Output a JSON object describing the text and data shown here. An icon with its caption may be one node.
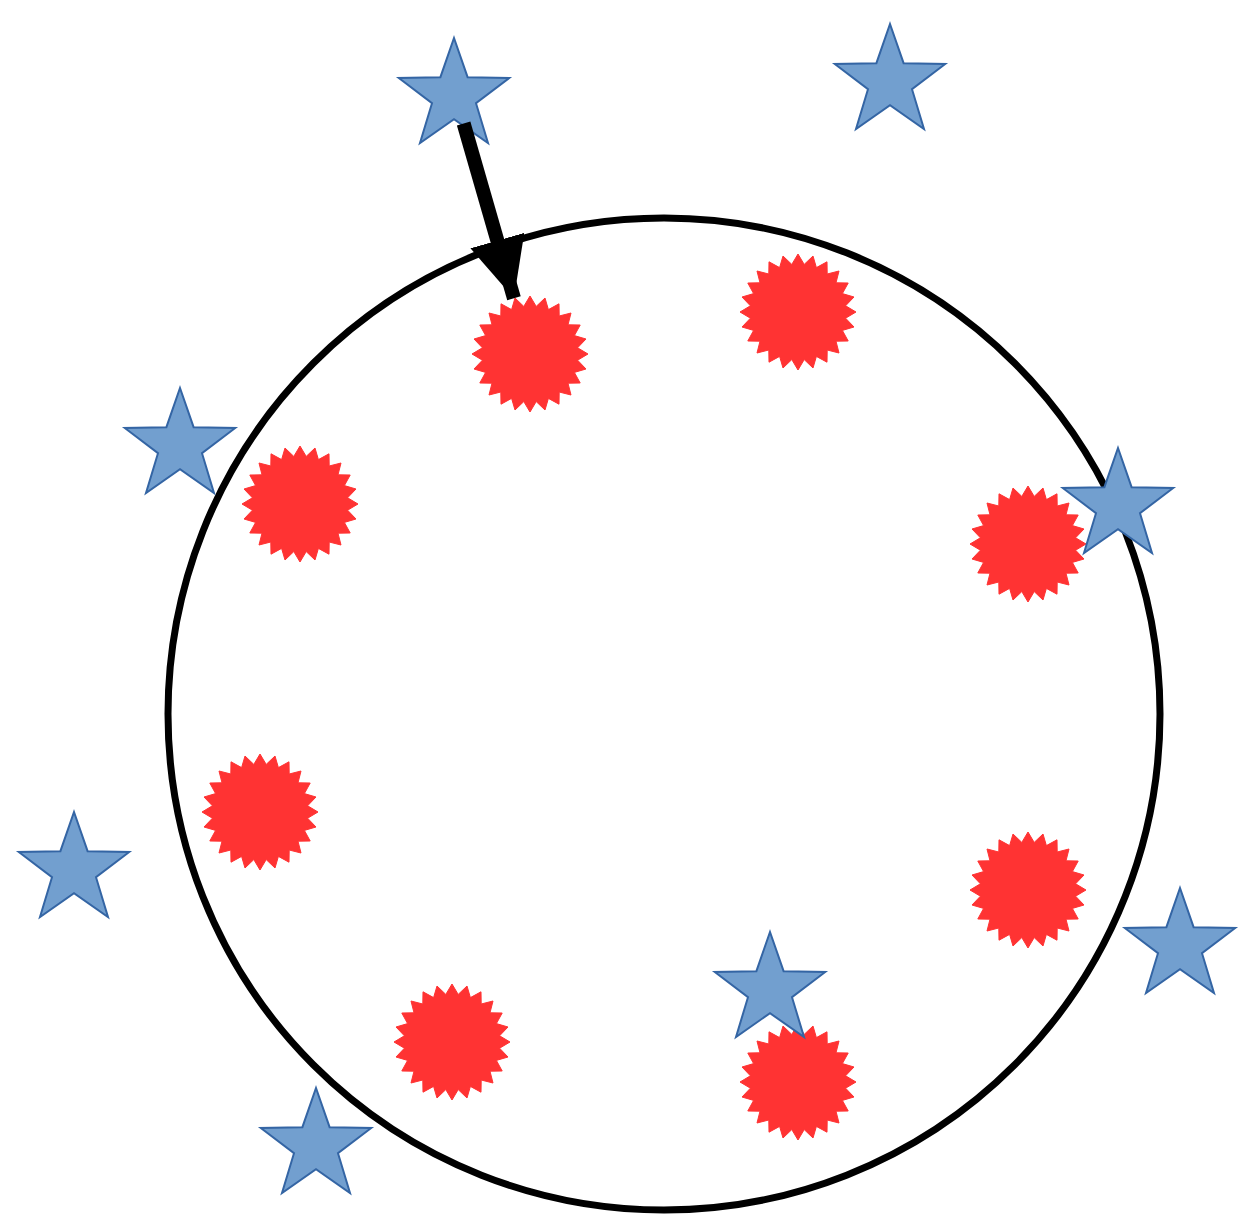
{
  "diagram": {
    "nodes": [
      {
        "text": [],
        "shape": "circle"
      },
      {
        "text": [],
        "shape": "starburst",
        "in": 0
      },
      {
        "text": [],
        "shape": "starburst",
        "in": 0
      },
      {
        "text": [],
        "shape": "starburst",
        "in": 0
      },
      {
        "text": [],
        "shape": "starburst",
        "in": 0
      },
      {
        "text": [],
        "shape": "starburst",
        "in": 0
      },
      {
        "text": [],
        "shape": "starburst",
        "in": 0
      },
      {
        "text": [],
        "shape": "starburst",
        "in": 0
      },
      {
        "text": [],
        "shape": "starburst",
        "in": 0
      },
      {
        "text": [],
        "shape": "star"
      },
      {
        "text": [],
        "shape": "star"
      },
      {
        "text": [],
        "shape": "star"
      },
      {
        "text": [],
        "shape": "star"
      },
      {
        "text": [],
        "shape": "star"
      },
      {
        "text": [],
        "shape": "star"
      },
      {
        "text": [],
        "shape": "star",
        "in": 0
      },
      {
        "text": [],
        "shape": "star"
      }
    ],
    "edges": [
      {
        "from": 10,
        "to": 2,
        "arrow": "to"
      }
    ]
  }
}
